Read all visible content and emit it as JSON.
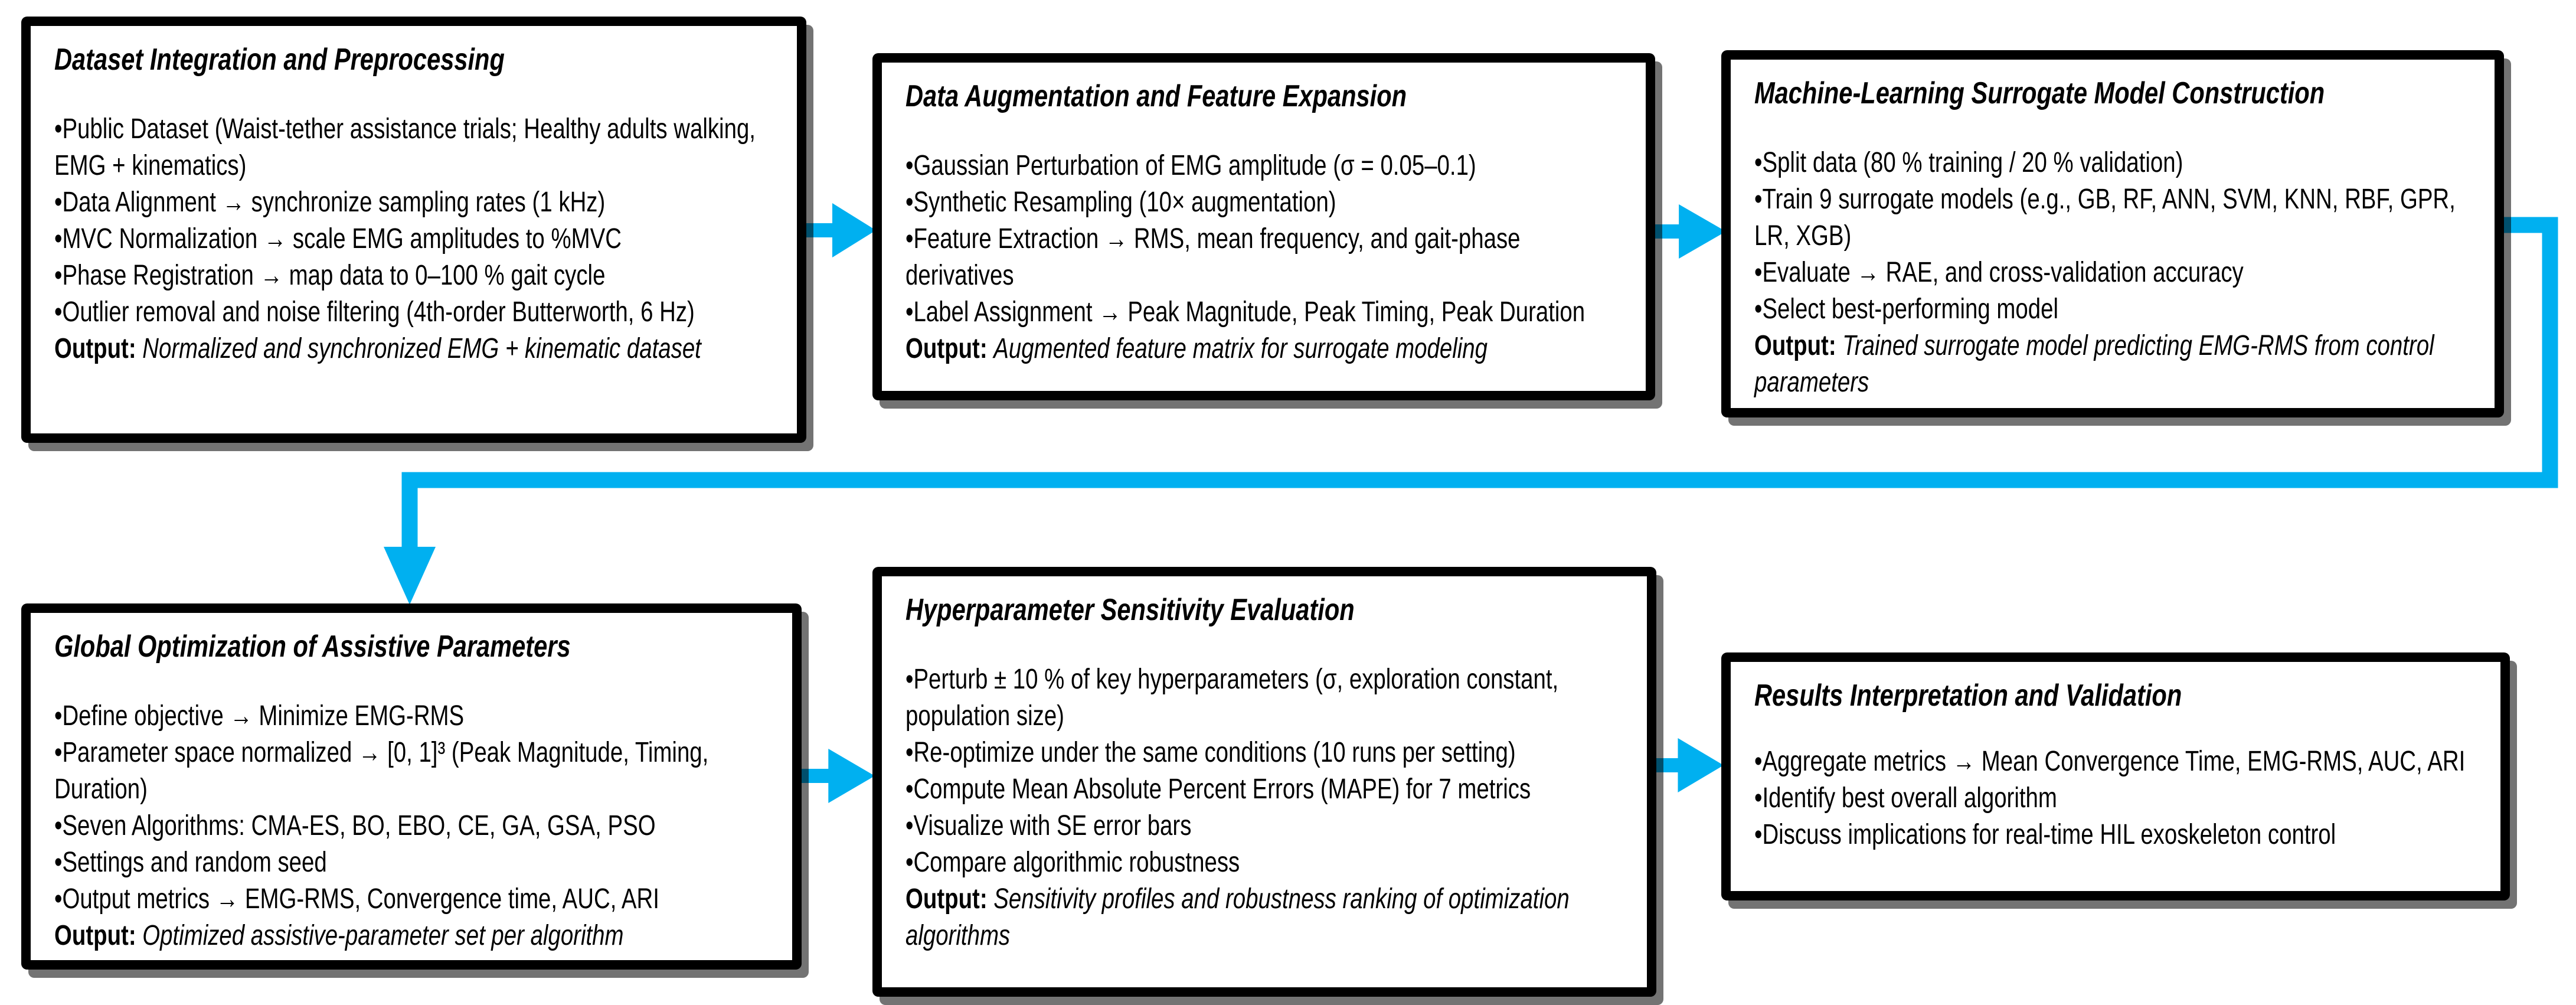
{
  "colors": {
    "arrow": "#00B0F0",
    "box_border": "#000000",
    "box_background": "#FFFFFF",
    "text": "#000000"
  },
  "boxes": [
    {
      "id": "dataset-integration-preprocessing",
      "title": "Dataset Integration and Preprocessing",
      "bullets": [
        "Public Dataset (Waist-tether assistance trials; Healthy adults walking, EMG + kinematics)",
        "Data Alignment → synchronize sampling rates (1 kHz)",
        "MVC Normalization → scale EMG amplitudes to %MVC",
        "Phase Registration → map data to 0–100 % gait cycle",
        "Outlier removal and noise filtering (4th-order Butterworth, 6 Hz)"
      ],
      "output": {
        "label": "Output:",
        "text": "Normalized and synchronized EMG + kinematic dataset"
      }
    },
    {
      "id": "data-augmentation-feature-expansion",
      "title": "Data Augmentation and Feature Expansion",
      "bullets": [
        "Gaussian Perturbation of EMG amplitude (σ = 0.05–0.1)",
        "Synthetic Resampling (10× augmentation)",
        "Feature Extraction → RMS, mean frequency, and gait-phase derivatives",
        "Label Assignment → Peak Magnitude, Peak Timing, Peak Duration"
      ],
      "output": {
        "label": "Output:",
        "text": "Augmented feature matrix for surrogate modeling"
      }
    },
    {
      "id": "ml-surrogate-model-construction",
      "title": "Machine-Learning Surrogate Model Construction",
      "bullets": [
        "Split data (80 % training / 20 % validation)",
        "Train 9 surrogate models (e.g., GB, RF, ANN, SVM, KNN, RBF, GPR, LR, XGB)",
        "Evaluate → RAE, and cross-validation accuracy",
        "Select best-performing model"
      ],
      "output": {
        "label": "Output:",
        "text": "Trained surrogate model predicting EMG-RMS from control parameters"
      }
    },
    {
      "id": "global-optimization-assistive-parameters",
      "title": "Global Optimization of Assistive Parameters",
      "bullets": [
        "Define objective → Minimize EMG-RMS",
        "Parameter space normalized → [0, 1]³ (Peak Magnitude, Timing, Duration)",
        "Seven Algorithms: CMA-ES, BO, EBO, CE, GA, GSA, PSO",
        "Settings and random seed",
        "Output metrics → EMG-RMS, Convergence time, AUC, ARI"
      ],
      "output": {
        "label": "Output:",
        "text": "Optimized assistive-parameter set per algorithm"
      }
    },
    {
      "id": "hyperparameter-sensitivity-evaluation",
      "title": "Hyperparameter Sensitivity Evaluation",
      "bullets": [
        "Perturb ± 10 % of key hyperparameters (σ, exploration constant, population size)",
        "Re-optimize under the same conditions (10 runs per setting)",
        "Compute Mean Absolute Percent Errors (MAPE) for 7 metrics",
        "Visualize with SE error bars",
        "Compare algorithmic robustness"
      ],
      "output": {
        "label": "Output:",
        "text": "Sensitivity profiles and robustness ranking of optimization algorithms"
      }
    },
    {
      "id": "results-interpretation-validation",
      "title": "Results Interpretation and Validation",
      "bullets": [
        "Aggregate metrics → Mean Convergence Time, EMG-RMS, AUC, ARI",
        "Identify best overall algorithm",
        "Discuss implications for real-time HIL exoskeleton control"
      ],
      "output": null
    }
  ],
  "connections": [
    {
      "from": "dataset-integration-preprocessing",
      "to": "data-augmentation-feature-expansion"
    },
    {
      "from": "data-augmentation-feature-expansion",
      "to": "ml-surrogate-model-construction"
    },
    {
      "from": "ml-surrogate-model-construction",
      "to": "global-optimization-assistive-parameters"
    },
    {
      "from": "global-optimization-assistive-parameters",
      "to": "hyperparameter-sensitivity-evaluation"
    },
    {
      "from": "hyperparameter-sensitivity-evaluation",
      "to": "results-interpretation-validation"
    }
  ]
}
